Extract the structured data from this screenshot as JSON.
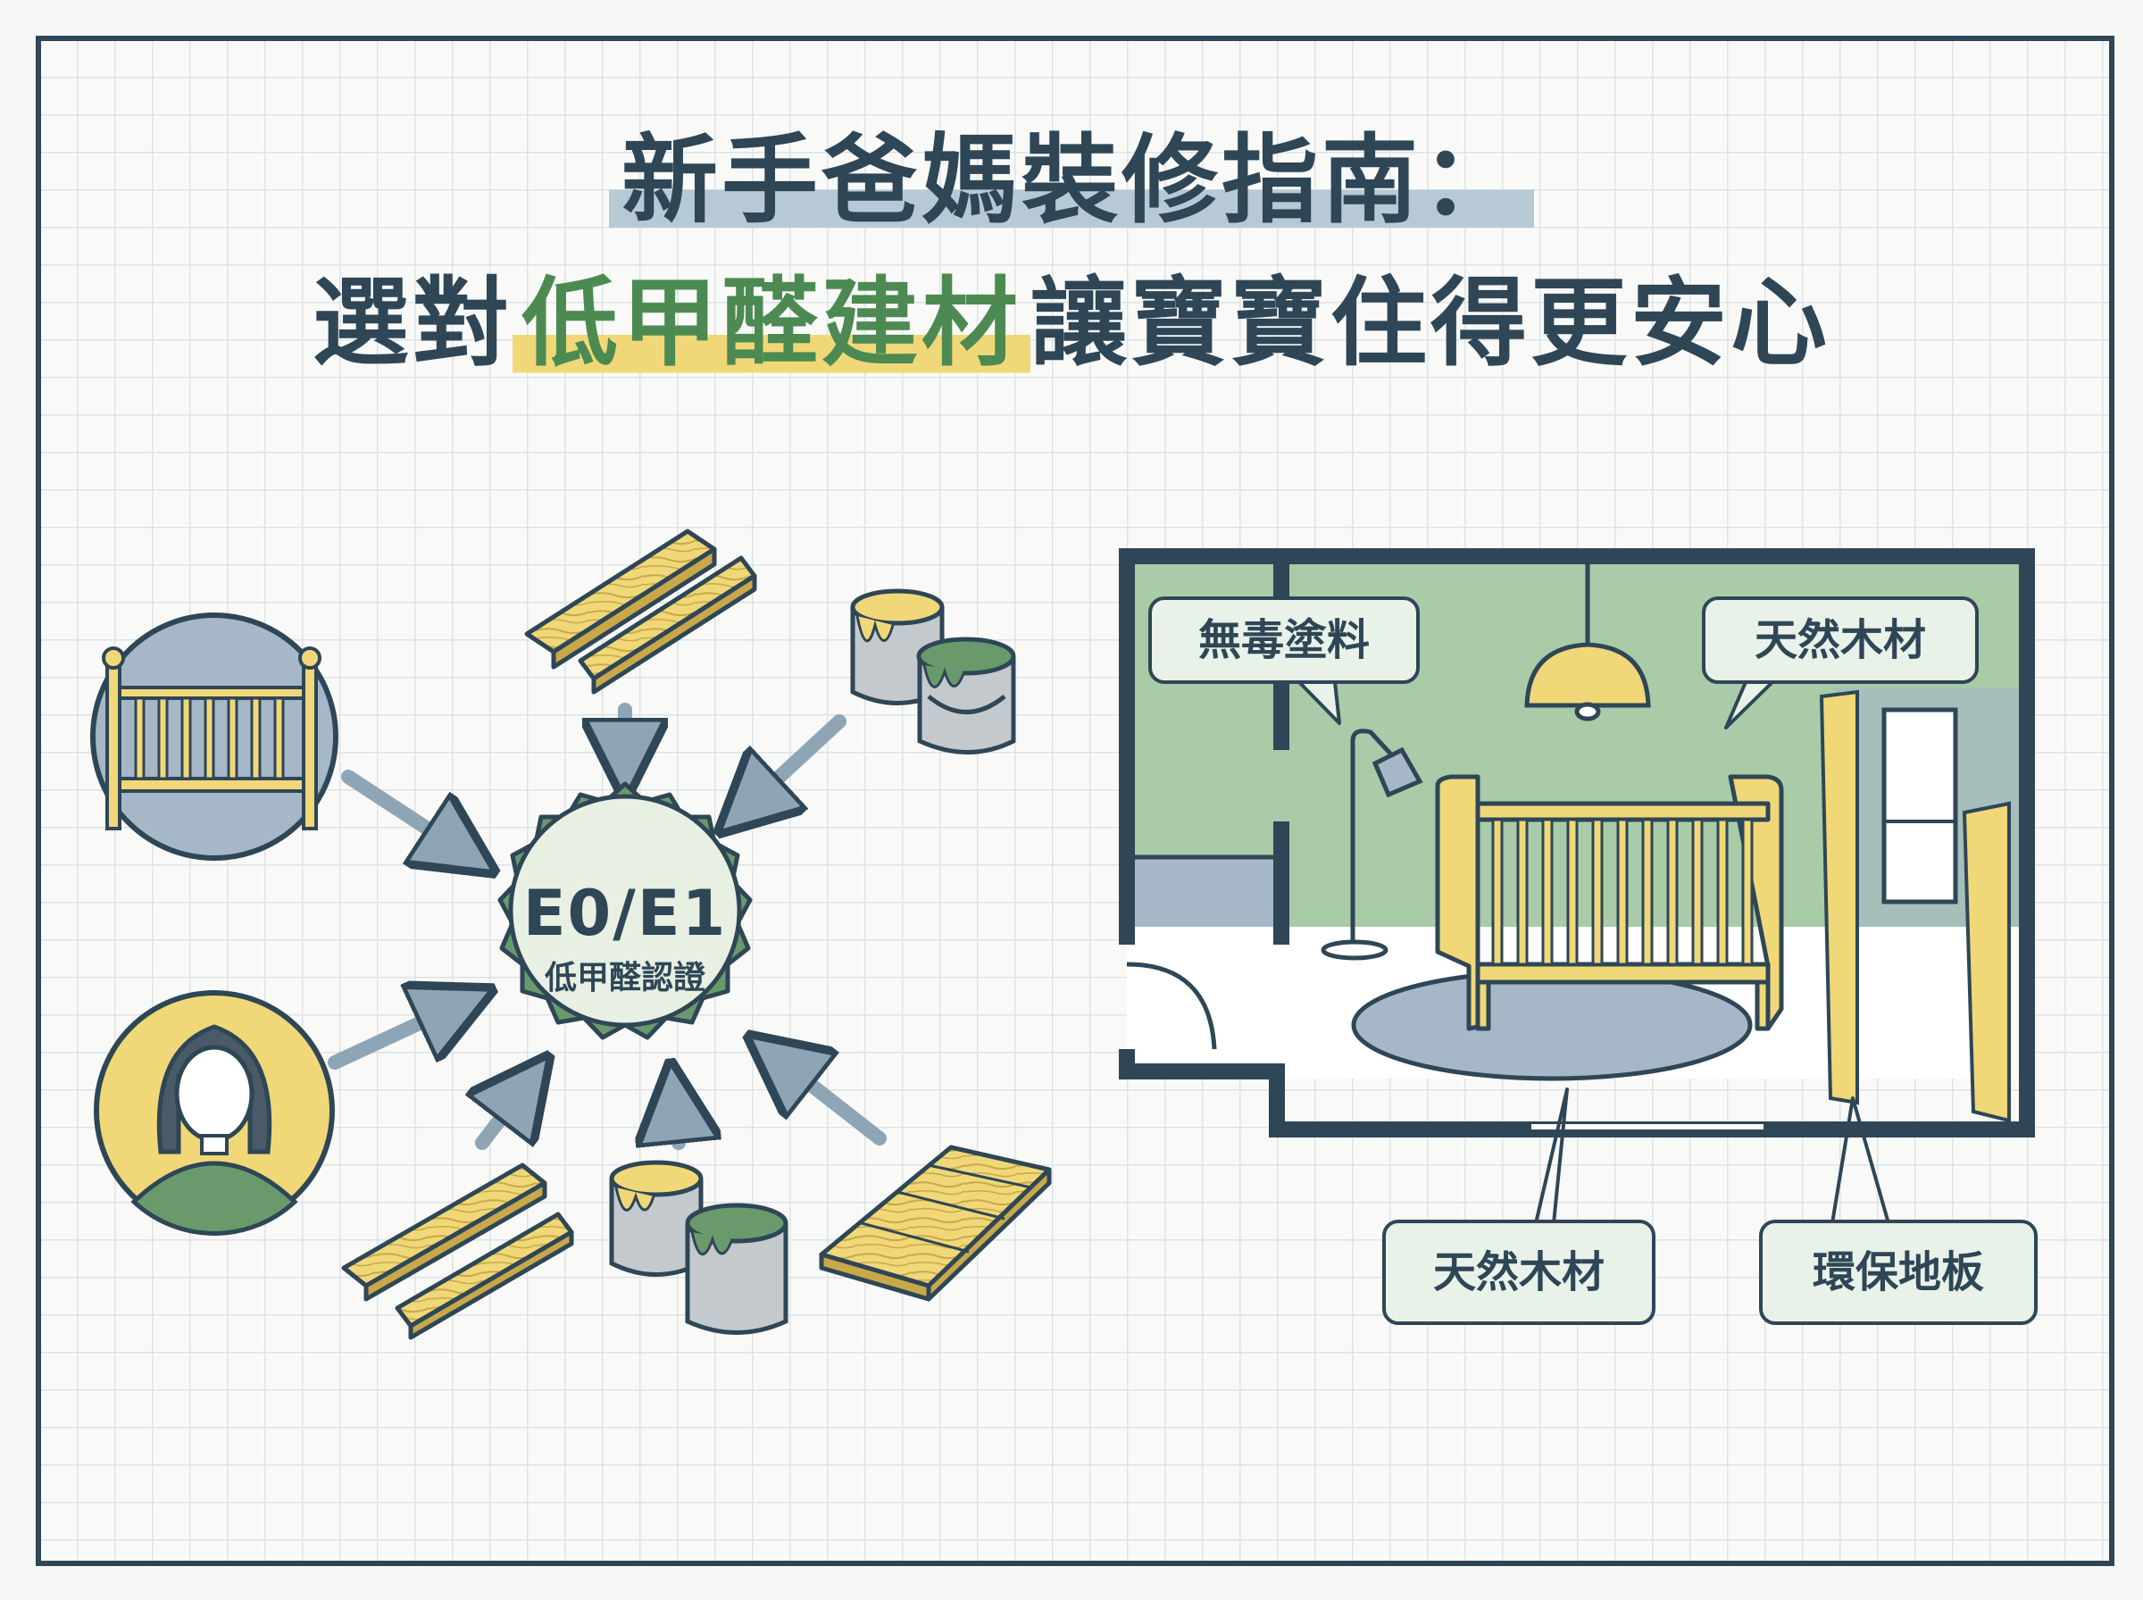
{
  "title": {
    "line1": "新手爸媽裝修指南：",
    "line2_before": "選對",
    "line2_highlight": "低甲醛建材",
    "line2_after": "讓寶寶住得更安心"
  },
  "badge": {
    "label": "E0/E1",
    "sublabel": "低甲醛認證"
  },
  "room_callouts": {
    "paint": "無毒塗料",
    "wood_top": "天然木材",
    "wood_bottom": "天然木材",
    "floor": "環保地板"
  },
  "colors": {
    "navy": "#2e4656",
    "green": "#6a9a6c",
    "light_green": "#a9cba8",
    "yellow": "#f0d878",
    "blue_grey": "#a6b8c8"
  },
  "icons": [
    "crib-icon",
    "mother-icon",
    "wood-planks-icon",
    "paint-cans-icon",
    "wood-floor-icon",
    "certification-badge-icon",
    "pendant-lamp-icon",
    "floor-lamp-icon"
  ]
}
